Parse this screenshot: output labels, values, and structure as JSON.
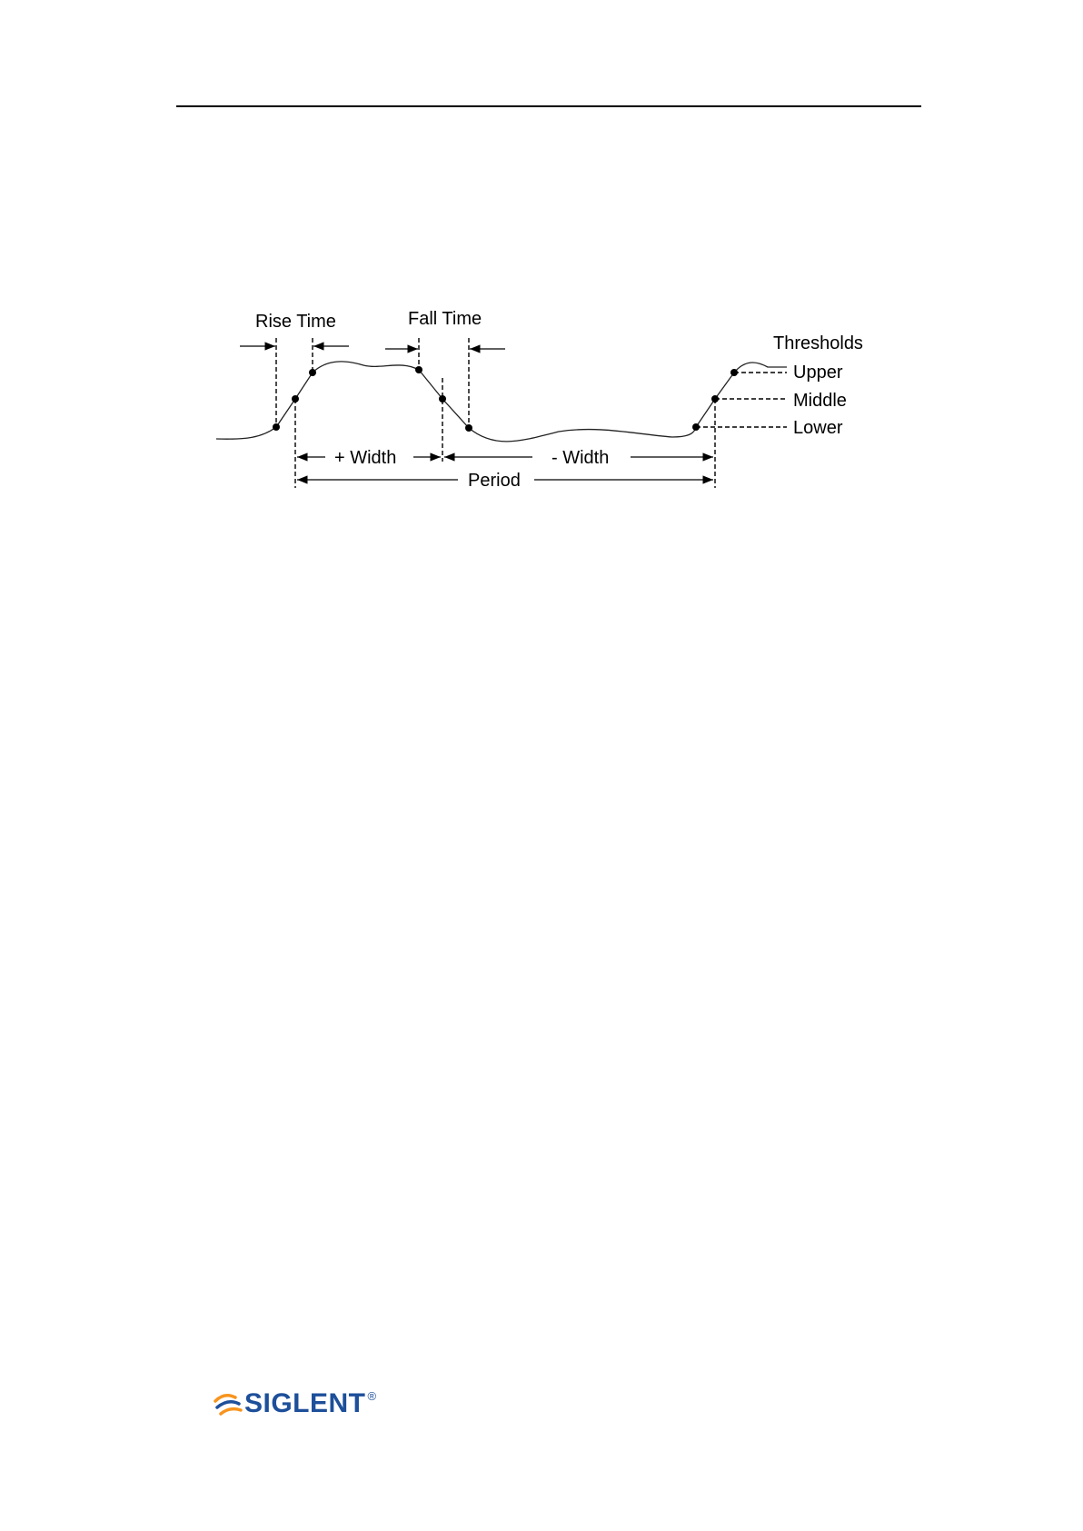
{
  "diagram": {
    "labels": {
      "rise_time": "Rise Time",
      "fall_time": "Fall Time",
      "thresholds": "Thresholds",
      "upper": "Upper",
      "middle": "Middle",
      "lower": "Lower",
      "plus_width": "+ Width",
      "minus_width": "- Width",
      "period": "Period"
    }
  },
  "footer": {
    "logo_text": "SIGLENT",
    "logo_reg": "®",
    "brand_color": "#1d4f9a",
    "accent_color": "#f7941d"
  }
}
